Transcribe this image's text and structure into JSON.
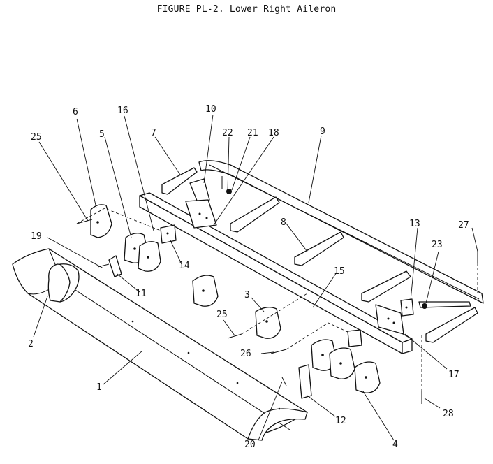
{
  "figure": {
    "title": "FIGURE PL-2.  Lower Right Aileron"
  },
  "callouts": [
    {
      "id": "1",
      "label": "1"
    },
    {
      "id": "2",
      "label": "2"
    },
    {
      "id": "3",
      "label": "3"
    },
    {
      "id": "4",
      "label": "4"
    },
    {
      "id": "5",
      "label": "5"
    },
    {
      "id": "6",
      "label": "6"
    },
    {
      "id": "7",
      "label": "7"
    },
    {
      "id": "8",
      "label": "8"
    },
    {
      "id": "9",
      "label": "9"
    },
    {
      "id": "10",
      "label": "10"
    },
    {
      "id": "11",
      "label": "11"
    },
    {
      "id": "12",
      "label": "12"
    },
    {
      "id": "13",
      "label": "13"
    },
    {
      "id": "14",
      "label": "14"
    },
    {
      "id": "15",
      "label": "15"
    },
    {
      "id": "16",
      "label": "16"
    },
    {
      "id": "17",
      "label": "17"
    },
    {
      "id": "18",
      "label": "18"
    },
    {
      "id": "19",
      "label": "19"
    },
    {
      "id": "20",
      "label": "20"
    },
    {
      "id": "21",
      "label": "21"
    },
    {
      "id": "22",
      "label": "22"
    },
    {
      "id": "23",
      "label": "23"
    },
    {
      "id": "25a",
      "label": "25"
    },
    {
      "id": "25b",
      "label": "25"
    },
    {
      "id": "26",
      "label": "26"
    },
    {
      "id": "27",
      "label": "27"
    },
    {
      "id": "28",
      "label": "28"
    }
  ]
}
